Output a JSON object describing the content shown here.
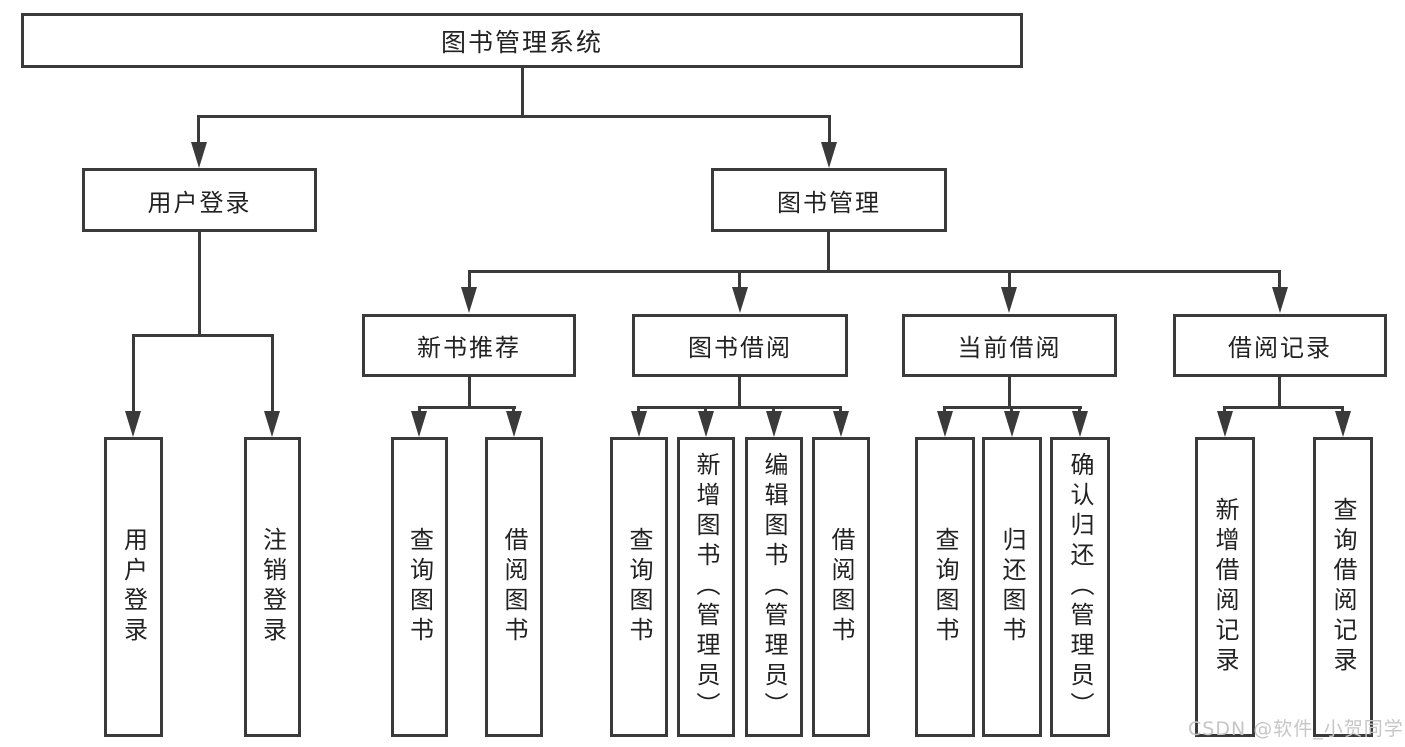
{
  "diagram": {
    "root": {
      "label": "图书管理系统"
    },
    "level2": {
      "user_login": {
        "label": "用户登录"
      },
      "book_management": {
        "label": "图书管理"
      }
    },
    "level3": {
      "new_book_recommendation": {
        "label": "新书推荐"
      },
      "book_borrowing": {
        "label": "图书借阅"
      },
      "current_borrowing": {
        "label": "当前借阅"
      },
      "borrowing_records": {
        "label": "借阅记录"
      }
    },
    "leaves": {
      "user_login": "用户登录",
      "logout": "注销登录",
      "query_books_recommend": "查询图书",
      "borrow_books_recommend": "借阅图书",
      "query_books_borrowing": "查询图书",
      "add_books_admin": "新增图书（管理员）",
      "edit_books_admin": "编辑图书（管理员）",
      "borrow_books_borrowing": "借阅图书",
      "query_books_current": "查询图书",
      "return_books": "归还图书",
      "confirm_return_admin": "确认归还（管理员）",
      "add_borrow_record": "新增借阅记录",
      "query_borrow_record": "查询借阅记录"
    }
  },
  "watermark": {
    "text": "CSDN @软件_小贺同学"
  },
  "colors": {
    "line": "#3a3a3a",
    "text": "#222222",
    "watermark": "#c6c6c6",
    "background": "#ffffff"
  }
}
